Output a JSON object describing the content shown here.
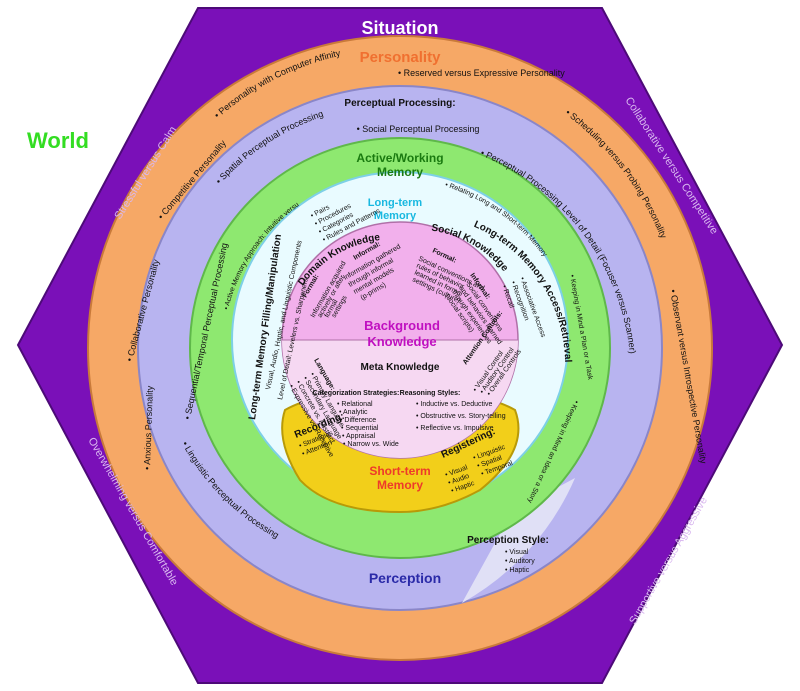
{
  "world": "World",
  "situation": {
    "title": "Situation",
    "dims": [
      "Stressful versus Calm",
      "Collaborative versus Competitive",
      "Overwhelming versus Comfortable",
      "Supportive versus Aggressive"
    ]
  },
  "personality": {
    "title": "Personality",
    "items": [
      "• Personality with Computer Affinity",
      "• Reserved versus Expressive Personality",
      "• Competitive Personality",
      "• Scheduling versus Probing Personality",
      "• Collaborative Personality",
      "• Observant versus Introspective Personality",
      "• Anxious Personality"
    ]
  },
  "perception": {
    "title": "Perception",
    "processing_title": "Perceptual Processing:",
    "items": [
      "• Social Perceptual Processing",
      "• Spatial Perceptual Processing",
      "• Perceptual Processing Level of Detail (Focuser versus Scanner)",
      "• Sequential/Temporal Perceptual Processing",
      "• Linguistic Perceptual Processing"
    ],
    "style_title": "Perception Style:",
    "style_items": [
      "• Visual",
      "• Auditory",
      "• Haptic"
    ]
  },
  "working_memory": {
    "title1": "Active/Working",
    "title2": "Memory",
    "items": [
      "• Relating Long and Short-term Memory",
      "• Keeping in Mind a Plan or a Task",
      "• Keeping in Mind an Idea or a Story",
      "• Active Memory Approach: Intuitive versus Sensing"
    ]
  },
  "ltm_filling": {
    "title": "Long-term Memory Filling/Manipulation",
    "l1": "Visual, Audio, Haptic, and Linguistic Components",
    "l2": "Level of Detail: Levelers vs. Sharpeners"
  },
  "ltm_access": {
    "title": "Long-term Memory Access/Retrieval",
    "items": [
      "• Associative Access",
      "• Recognition",
      "• Recall"
    ]
  },
  "long_term_memory": {
    "title1": "Long-term",
    "title2": "Memory"
  },
  "domain_knowledge": {
    "title": "Domain Knowledge",
    "formal_title": "Formal:",
    "formal_items": [
      "• Pairs",
      "• Procedures",
      "• Categories",
      "• Rules and Patterns"
    ],
    "formal_desc": [
      "Information acquired",
      "actively or after",
      "formal",
      "settings"
    ],
    "informal_title": "Informal:",
    "informal_desc": [
      "Information gathered",
      "through informal",
      "mental models",
      "(p-prims)"
    ]
  },
  "social_knowledge": {
    "title": "Social Knowledge",
    "formal_title": "Formal:",
    "formal_desc": [
      "Social conventions and",
      "rules of behavior",
      "learned in formal",
      "settings (culture)"
    ],
    "informal_title": "Informal:",
    "informal_desc": [
      "Social conventions",
      "and behaviors learned",
      "through experiences",
      "(social scripts)"
    ]
  },
  "background_knowledge": {
    "title1": "Background",
    "title2": "Knowledge"
  },
  "meta_knowledge": {
    "title": "Meta Knowledge",
    "language_title": "Language:",
    "language_items": [
      "• Primary Language",
      "• Secondary Language",
      "• Concrete vs. Abstract",
      "• Expressive vs. Receptive"
    ],
    "categorization_title": "Categorization Strategies:",
    "categorization_items": [
      "• Relational",
      "• Analytic",
      "• Difference",
      "• Sequential",
      "• Appraisal",
      "• Narrow vs. Wide"
    ],
    "reasoning_title": "Reasoning Styles:",
    "reasoning_items": [
      "• Inductive vs. Deductive",
      "• Obstructive vs. Story-telling",
      "• Reflective vs. Impulsive"
    ],
    "attention_title": "Attention Controls:",
    "attention_items": [
      "• Visual Control",
      "• Auditory Control",
      "• Overall Controls"
    ]
  },
  "short_term_memory": {
    "title1": "Short-term",
    "title2": "Memory",
    "recording_title": "Recording:",
    "recording_items": [
      "• Strategies",
      "• Attention"
    ],
    "registering_title": "Registering:",
    "registering_items": [
      "• Visual",
      "• Audio",
      "• Haptic",
      "• Linguistic",
      "• Spatial",
      "• Temporal"
    ]
  },
  "colors": {
    "situation": "#7a10b8",
    "personality": "#f6a866",
    "perception": "#b8b4f0",
    "working": "#8ee870",
    "ltm": "#ffffff",
    "knowledge": "#f2b0ec",
    "meta": "#f6d8f2",
    "short_term": "#f2cf1a",
    "world_text": "#33dd22"
  }
}
